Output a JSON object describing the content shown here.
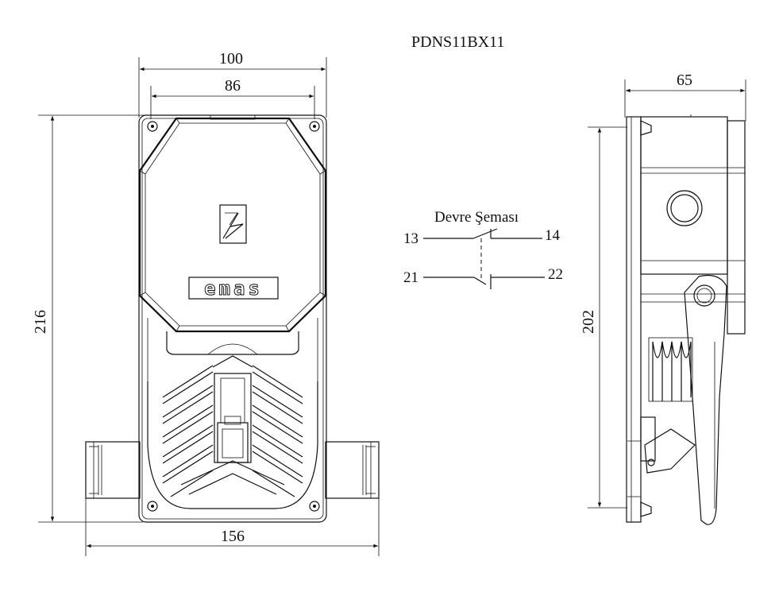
{
  "model_code": "PDNS11BX11",
  "front_view": {
    "width_outer": "100",
    "width_inner": "86",
    "height": "216",
    "base_width": "156",
    "logo_text": "emas"
  },
  "side_view": {
    "depth": "65",
    "height": "202"
  },
  "circuit": {
    "title": "Devre Şeması",
    "no_contact": {
      "left": "13",
      "right": "14"
    },
    "nc_contact": {
      "left": "21",
      "right": "22"
    }
  }
}
